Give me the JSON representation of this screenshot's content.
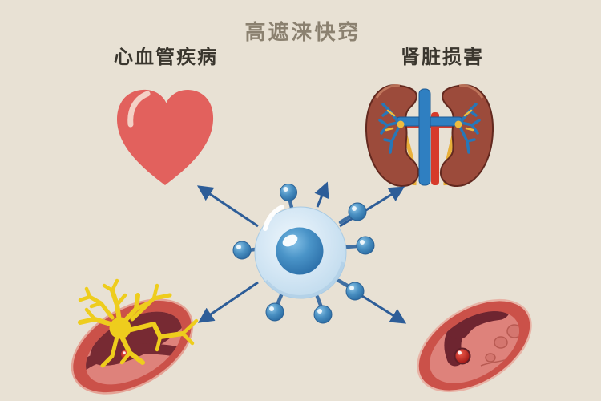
{
  "title": "高遮涞快窍",
  "labels": {
    "cardiovascular": "心血管疾病",
    "kidney": "肾脏损害"
  },
  "diagram": {
    "type": "radial-infographic",
    "center_icon": "pathogen-cell",
    "arrows": [
      "up-left",
      "up",
      "up-right",
      "down-left",
      "down-right"
    ],
    "nodes": [
      {
        "position": "top-left",
        "icon": "heart-icon",
        "label": "心血管疾病"
      },
      {
        "position": "top-right",
        "icon": "kidneys-icon",
        "label": "肾脏损害"
      },
      {
        "position": "bottom-left",
        "icon": "blood-vessel-crystal-icon",
        "label": ""
      },
      {
        "position": "bottom-right",
        "icon": "blood-vessel-clot-icon",
        "label": ""
      }
    ]
  },
  "colors": {
    "background": "#e8e1d4",
    "title_text": "#8b8170",
    "label_text": "#3a362e",
    "heart": "#e2615d",
    "kidney_body": "#9c4b3b",
    "vein_blue": "#2f7fc1",
    "artery_red": "#d63a2a",
    "ureter_yellow": "#e8b03a",
    "cell_body": "#cfe4f3",
    "nucleus_blue": "#2e72ab",
    "arrow_blue": "#2d5d98",
    "vessel_wall": "#cb5149",
    "vessel_lumen": "#de827b",
    "vessel_dark": "#74252e",
    "crystal_yellow": "#eecd1d",
    "clot_red": "#bf1a1a"
  }
}
